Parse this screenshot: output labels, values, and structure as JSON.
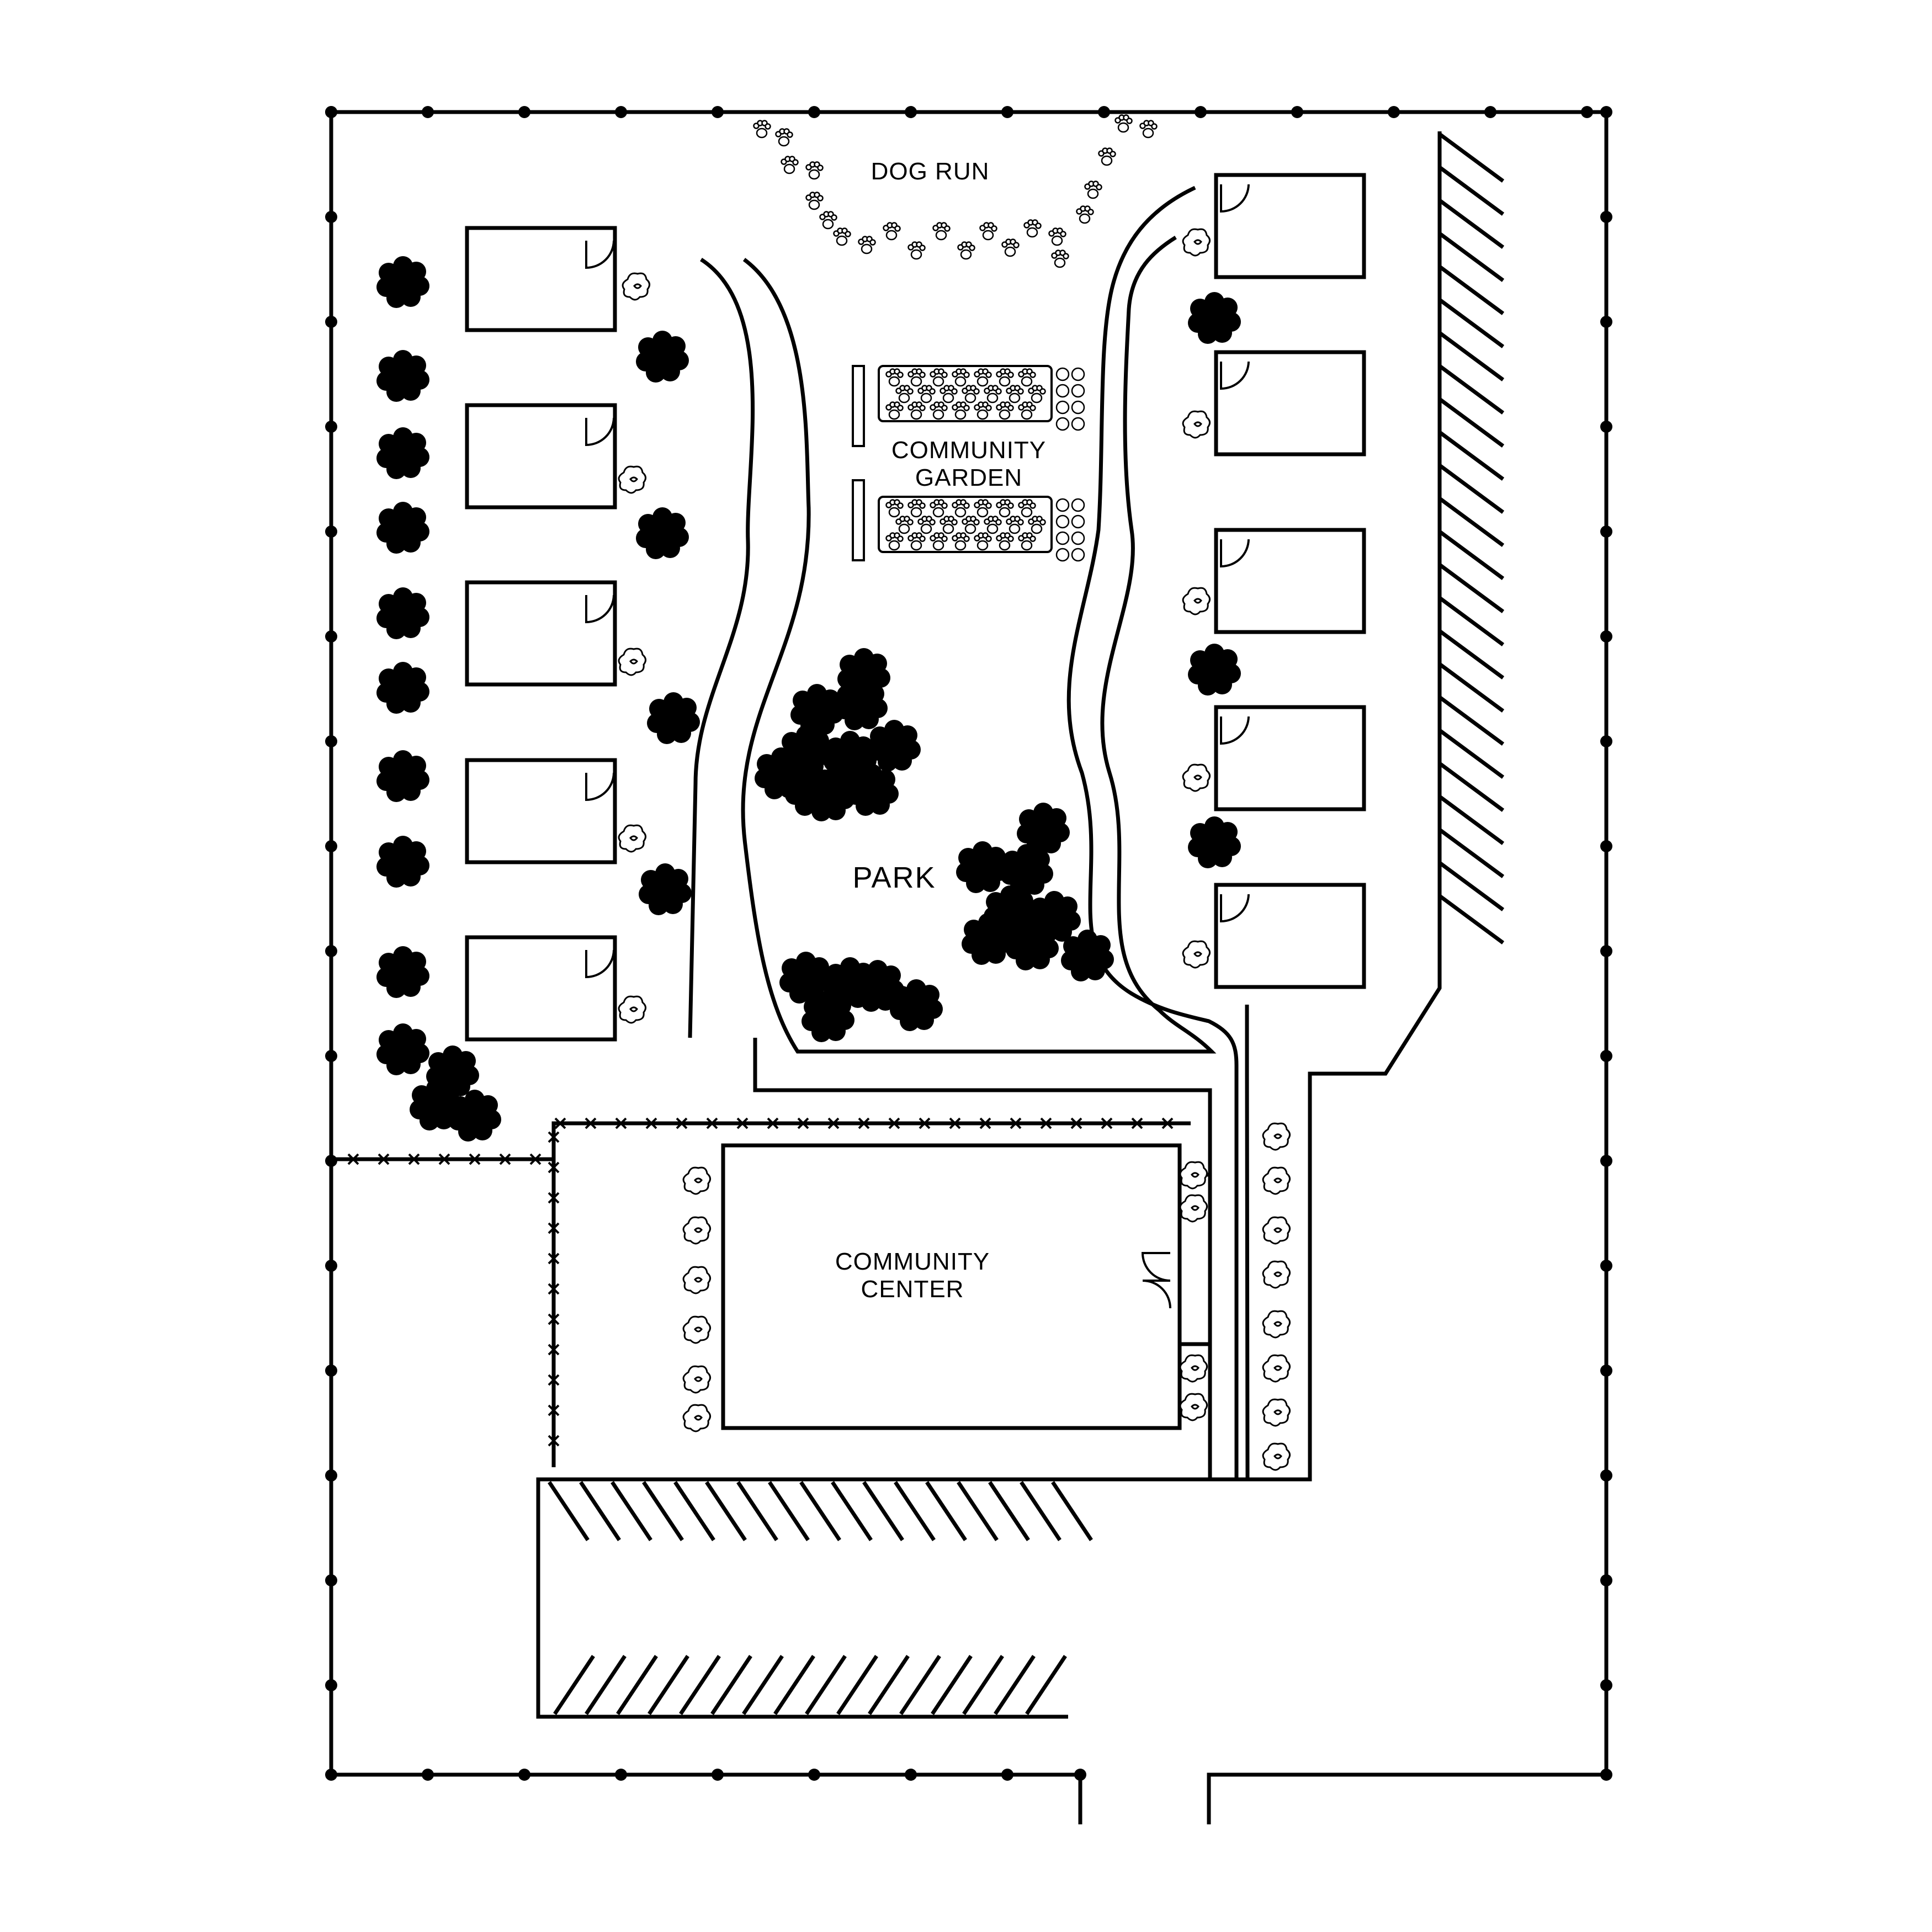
{
  "labels": {
    "dog_run": "DOG RUN",
    "garden_line1": "COMMUNITY",
    "garden_line2": "GARDEN",
    "park": "PARK",
    "center_line1": "COMMUNITY",
    "center_line2": "CENTER"
  },
  "colors": {
    "ink": "#000000",
    "paper": "#ffffff"
  },
  "icons": [
    "tree-icon",
    "shrub-icon",
    "paw-print-icon",
    "door-swing-icon",
    "fence-post-icon",
    "picket-fence-icon"
  ]
}
